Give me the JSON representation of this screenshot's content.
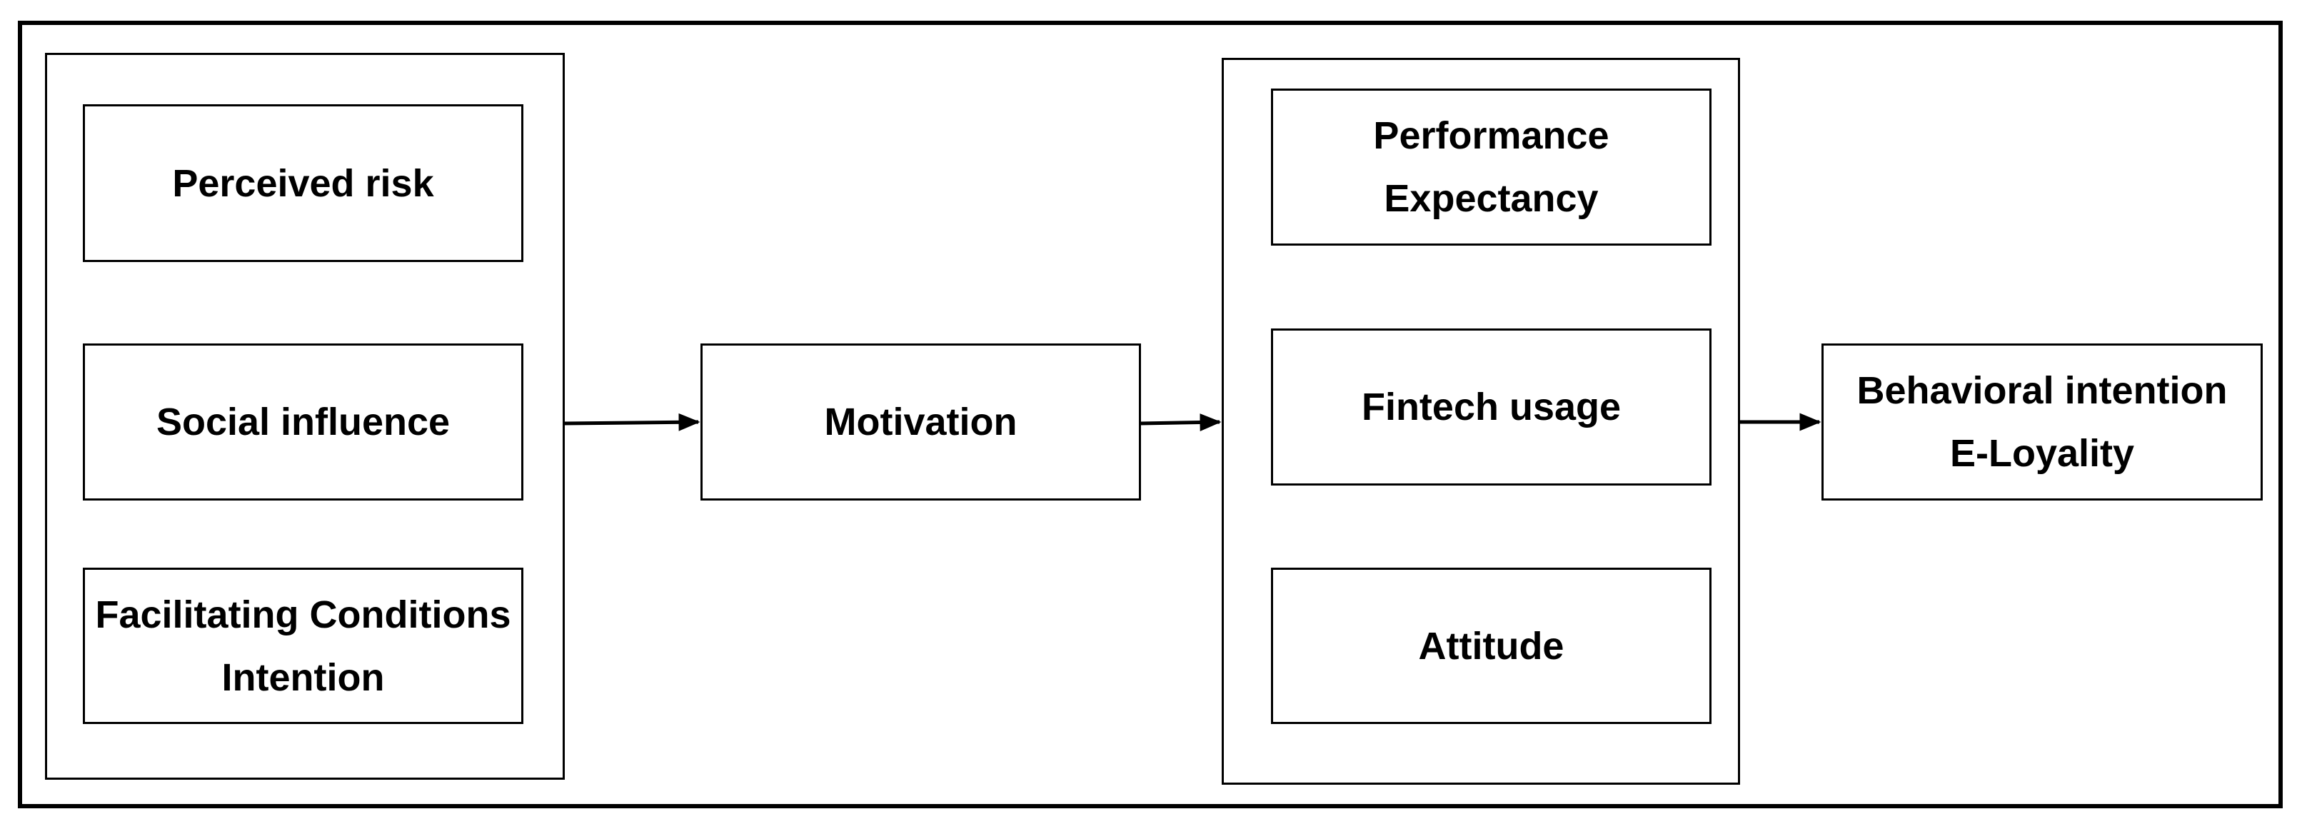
{
  "diagram": {
    "left_group": {
      "perceived_risk": [
        "Perceived risk"
      ],
      "social_influence": [
        "Social influence"
      ],
      "facilitating_conditions": [
        "Facilitating Conditions",
        "Intention"
      ]
    },
    "middle": {
      "motivation": [
        "Motivation"
      ]
    },
    "right_group": {
      "performance_expectancy": [
        "Performance",
        "Expectancy"
      ],
      "fintech_usage": [
        "Fintech usage"
      ],
      "attitude": [
        "Attitude"
      ]
    },
    "outcome": {
      "behavioral_intention": [
        "Behavioral intention",
        "E-Loyality"
      ]
    },
    "colors": {
      "stroke": "#000000",
      "background": "#ffffff",
      "text": "#000000"
    }
  }
}
